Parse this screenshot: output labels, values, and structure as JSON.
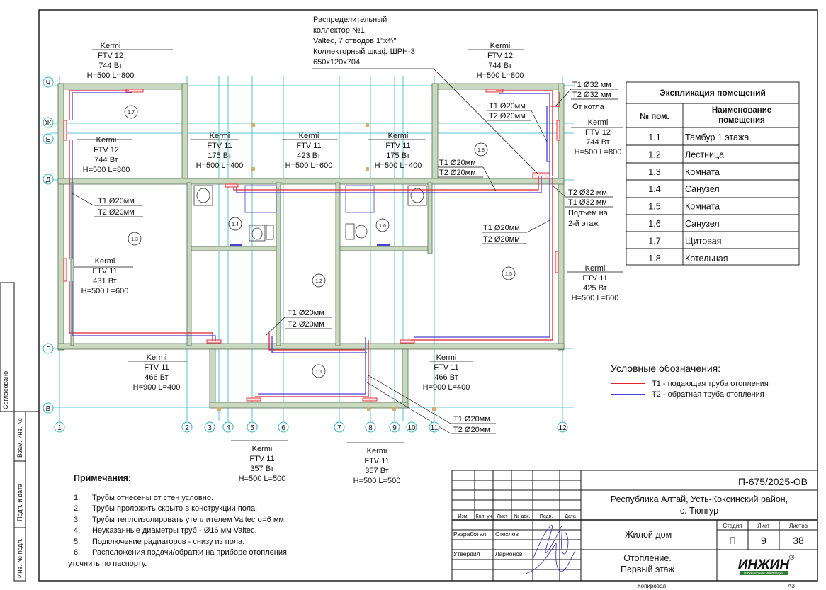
{
  "colors": {
    "supply": "#e0232f",
    "return": "#4a3fd6",
    "axis": "#2bb5c4",
    "wall": "#b9cfb0"
  },
  "collector_note": [
    "Распределительный",
    "коллектор №1",
    "Valtec, 7 отводов 1\"х¾\"",
    "Коллекторный шкаф ШРН-3",
    "650х120х704"
  ],
  "radiators": [
    {
      "brand": "Kermi",
      "model": "FTV 12",
      "power": "744 Вт",
      "size": "H=500 L=800"
    },
    {
      "brand": "Kermi",
      "model": "FTV 12",
      "power": "744 Вт",
      "size": "H=500 L=800"
    },
    {
      "brand": "Kermi",
      "model": "FTV 12",
      "power": "744 Вт",
      "size": "H=500 L=800"
    },
    {
      "brand": "Kermi",
      "model": "FTV 11",
      "power": "175 Вт",
      "size": "H=500 L=400"
    },
    {
      "brand": "Kermi",
      "model": "FTV 11",
      "power": "423 Вт",
      "size": "H=500 L=600"
    },
    {
      "brand": "Kermi",
      "model": "FTV 11",
      "power": "175 Вт",
      "size": "H=500 L=400"
    },
    {
      "brand": "Kermi",
      "model": "FTV 12",
      "power": "744 Вт",
      "size": "H=500 L=800"
    },
    {
      "brand": "Kermi",
      "model": "FTV 11",
      "power": "431 Вт",
      "size": "H=500 L=600"
    },
    {
      "brand": "Kermi",
      "model": "FTV 11",
      "power": "425 Вт",
      "size": "H=500 L=600"
    },
    {
      "brand": "Kermi",
      "model": "FTV 11",
      "power": "466 Вт",
      "size": "H=900 L=400"
    },
    {
      "brand": "Kermi",
      "model": "FTV 11",
      "power": "466 Вт",
      "size": "H=900 L=400"
    },
    {
      "brand": "Kermi",
      "model": "FTV 11",
      "power": "357 Вт",
      "size": "H=500 L=500"
    },
    {
      "brand": "Kermi",
      "model": "FTV 11",
      "power": "357 Вт",
      "size": "H=500 L=500"
    }
  ],
  "pipe_labels": [
    "T1 Ø32 мм",
    "T2 Ø32 мм",
    "От котла",
    "T1 Ø20мм",
    "T2 Ø20мм",
    "T1 Ø20мм",
    "T2 Ø20мм",
    "T2 Ø32 мм",
    "T1 Ø32 мм",
    "Подъем на",
    "2-й этаж",
    "T1 Ø20мм",
    "T2 Ø20мм",
    "T1 Ø20мм",
    "T2 Ø20мм",
    "T1 Ø20мм",
    "T2 Ø20мм",
    "T1 Ø20мм",
    "T2 Ø20мм"
  ],
  "room_tags": [
    "1.7",
    "1.8",
    "1.3",
    "1.4",
    "1.6",
    "1.2",
    "1.5",
    "1.1"
  ],
  "axis_numbers": [
    "1",
    "2",
    "3",
    "4",
    "5",
    "6",
    "7",
    "8",
    "9",
    "10",
    "11",
    "12"
  ],
  "axis_letters": [
    "Ч",
    "Ж",
    "Е",
    "Д",
    "Г",
    "В"
  ],
  "explication": {
    "title": "Экспликация помещений",
    "headers": [
      "№ пом.",
      "Наименование помещения"
    ],
    "rows": [
      [
        "1.1",
        "Тамбур 1  этажа"
      ],
      [
        "1.2",
        "Лестница"
      ],
      [
        "1.3",
        "Комната"
      ],
      [
        "1.4",
        "Санузел"
      ],
      [
        "1.5",
        "Комната"
      ],
      [
        "1.6",
        "Санузел"
      ],
      [
        "1.7",
        "Щитовая"
      ],
      [
        "1.8",
        "Котельная"
      ]
    ]
  },
  "legend": {
    "title": "Условные обозначения:",
    "items": [
      "Т1 - подающая труба отопления",
      "Т2 - обратная труба отопления"
    ]
  },
  "notes": {
    "title": "Примечания:",
    "items": [
      "Трубы отнесены от стен условно.",
      "Трубы проложить скрыто в конструкции пола.",
      "Трубы теплоизолировать утеплителем Valtec σ=6 мм.",
      "Неуказанные диаметры труб - Ø16 мм Valtec.",
      "Подключение радиаторов - снизу из пола.",
      "Расположения подачи/обратки на приборе отопления"
    ],
    "tail": "уточнить по паспорту."
  },
  "stamp": {
    "code": "П-675/2025-ОВ",
    "location": [
      "Республика Алтай, Усть-Коксинский район,",
      "с. Тюнгур"
    ],
    "object": "Жилой дом",
    "sheet_title": [
      "Отопление.",
      "Первый этаж"
    ],
    "col_heads": [
      "Изм.",
      "Кол. уч",
      "Лист",
      "№ док.",
      "Подп.",
      "Дата"
    ],
    "roles": [
      [
        "Разработал",
        "Стехлов"
      ],
      [
        "Утвердил",
        "Ларионов"
      ]
    ],
    "stage_heads": [
      "Стадия",
      "Лист",
      "Листов"
    ],
    "stage_vals": [
      "П",
      "9",
      "38"
    ],
    "company": "ИНЖИН",
    "company_sub": "Инженерные инновации",
    "reg": "®",
    "copied": "Копировал",
    "format": "А3"
  },
  "side_stamp": [
    "Согласовано",
    "Взам. инв. №",
    "Подп. и дата",
    "Инв. № подл."
  ]
}
